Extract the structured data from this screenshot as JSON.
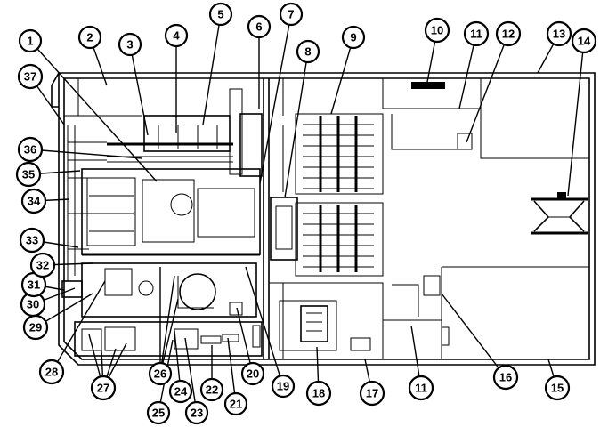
{
  "diagram": {
    "callouts": [
      {
        "id": "1",
        "label": "1"
      },
      {
        "id": "2",
        "label": "2"
      },
      {
        "id": "3",
        "label": "3"
      },
      {
        "id": "4",
        "label": "4"
      },
      {
        "id": "5",
        "label": "5"
      },
      {
        "id": "6",
        "label": "6"
      },
      {
        "id": "7",
        "label": "7"
      },
      {
        "id": "8",
        "label": "8"
      },
      {
        "id": "9",
        "label": "9"
      },
      {
        "id": "10",
        "label": "10"
      },
      {
        "id": "11a",
        "label": "11"
      },
      {
        "id": "12",
        "label": "12"
      },
      {
        "id": "13",
        "label": "13"
      },
      {
        "id": "14",
        "label": "14"
      },
      {
        "id": "15",
        "label": "15"
      },
      {
        "id": "16",
        "label": "16"
      },
      {
        "id": "17",
        "label": "17"
      },
      {
        "id": "18",
        "label": "18"
      },
      {
        "id": "11b",
        "label": "11"
      },
      {
        "id": "19",
        "label": "19"
      },
      {
        "id": "20",
        "label": "20"
      },
      {
        "id": "21",
        "label": "21"
      },
      {
        "id": "22",
        "label": "22"
      },
      {
        "id": "23",
        "label": "23"
      },
      {
        "id": "24",
        "label": "24"
      },
      {
        "id": "25",
        "label": "25"
      },
      {
        "id": "26",
        "label": "26"
      },
      {
        "id": "27",
        "label": "27"
      },
      {
        "id": "28",
        "label": "28"
      },
      {
        "id": "29",
        "label": "29"
      },
      {
        "id": "30",
        "label": "30"
      },
      {
        "id": "31",
        "label": "31"
      },
      {
        "id": "32",
        "label": "32"
      },
      {
        "id": "33",
        "label": "33"
      },
      {
        "id": "34",
        "label": "34"
      },
      {
        "id": "35",
        "label": "35"
      },
      {
        "id": "36",
        "label": "36"
      },
      {
        "id": "37",
        "label": "37"
      }
    ]
  }
}
